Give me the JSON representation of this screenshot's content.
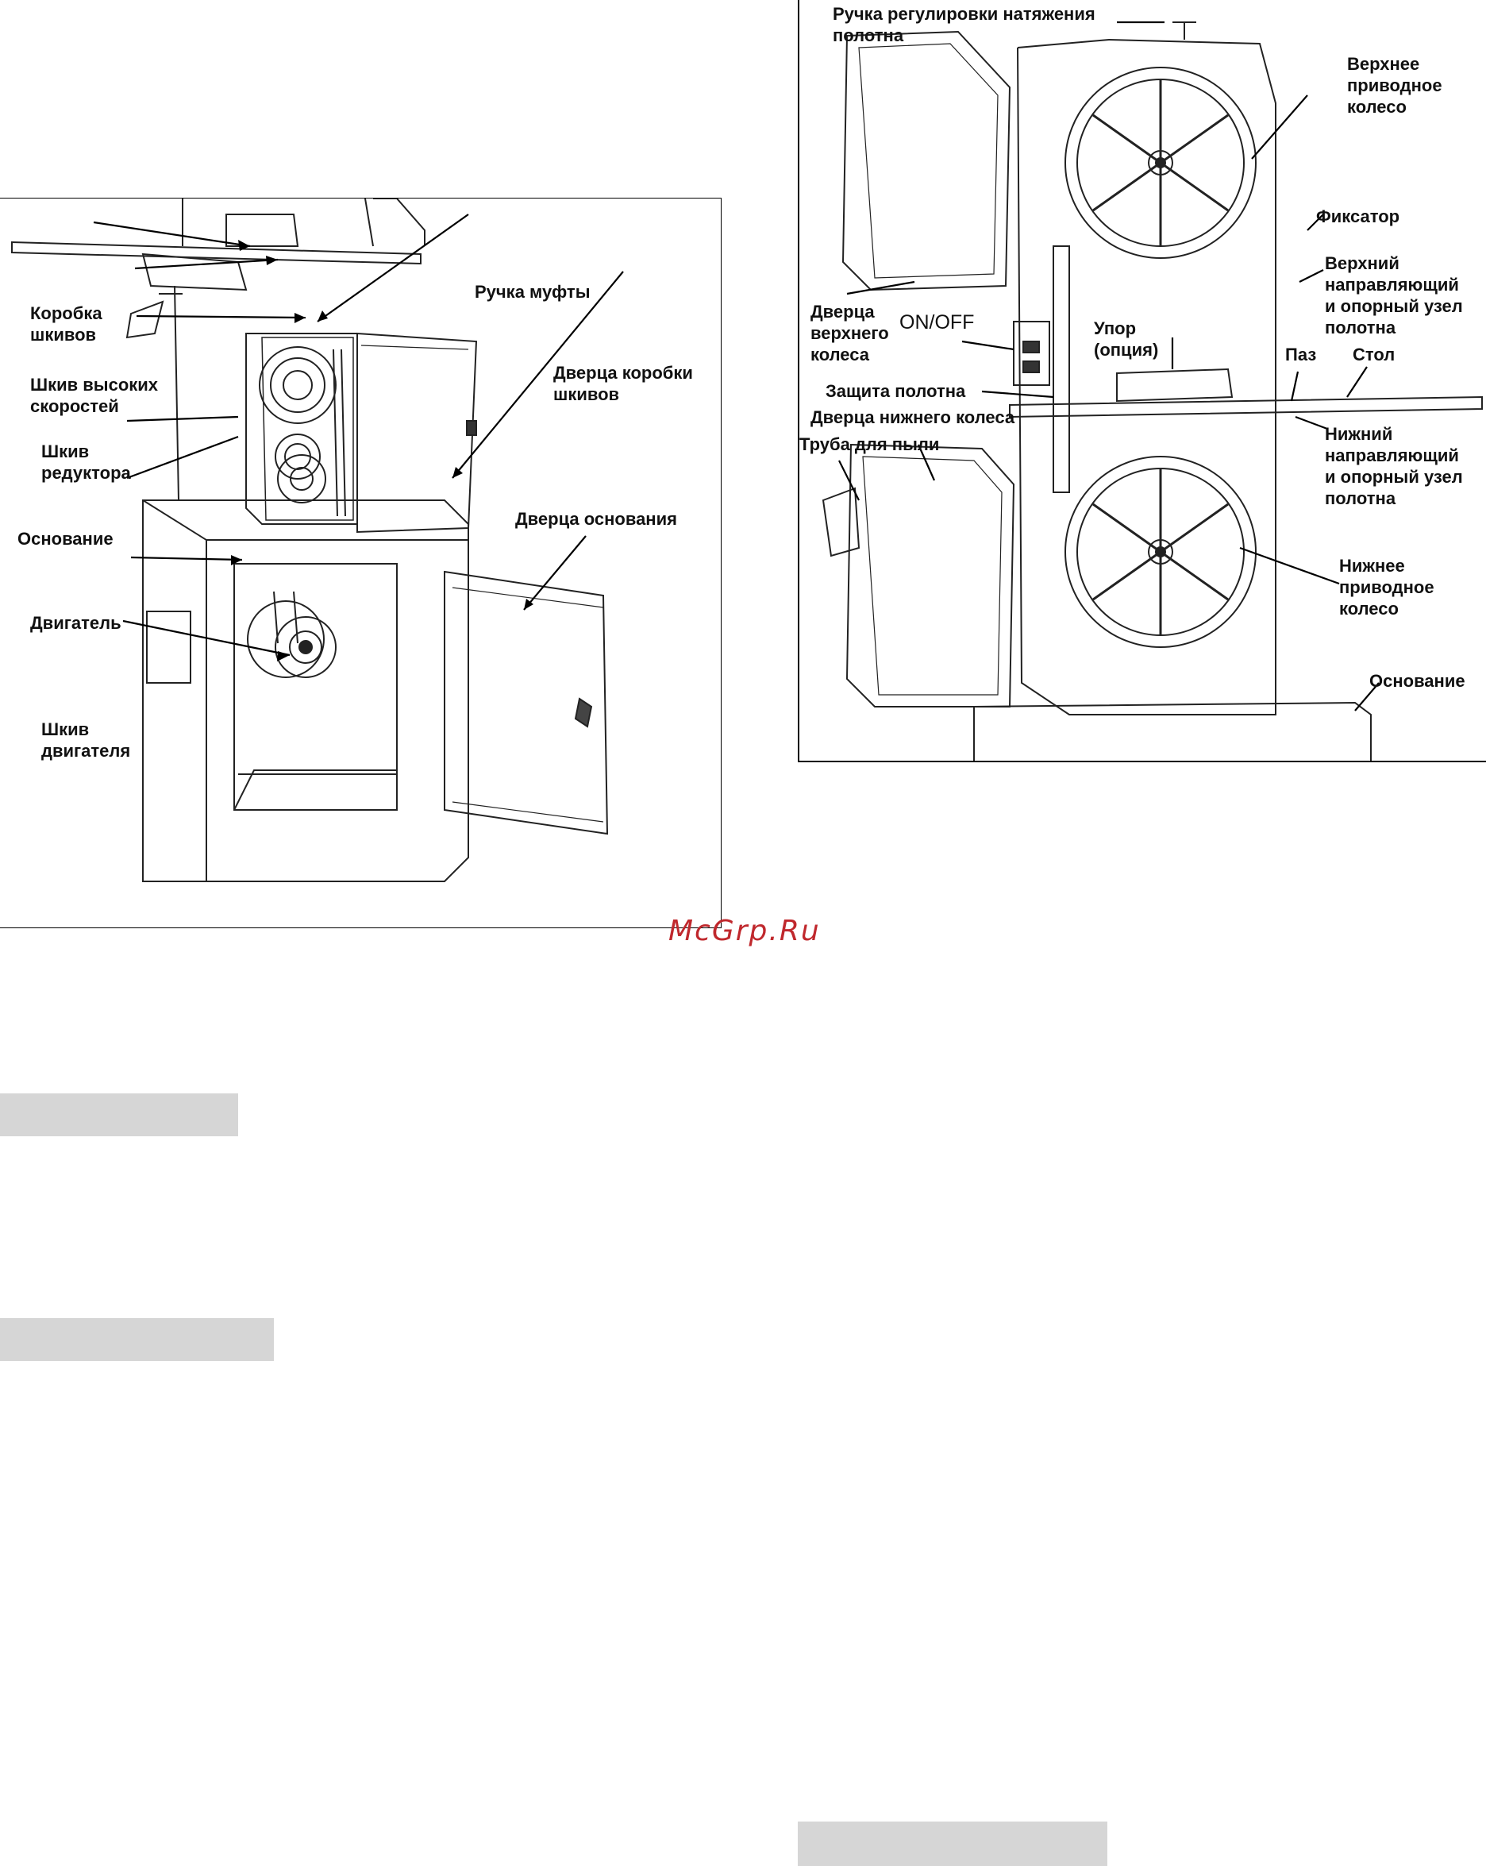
{
  "figure_left": {
    "labels": {
      "pulley_box": "Коробка\nшкивов",
      "high_speed_pulley": "Шкив высоких\nскоростей",
      "reducer_pulley": "Шкив\nредуктора",
      "base": "Основание",
      "motor": "Двигатель",
      "motor_pulley": "Шкив\nдвигателя",
      "clutch_handle": "Ручка муфты",
      "pulley_box_door": "Дверца коробки\nшкивов",
      "base_door": "Дверца основания"
    }
  },
  "figure_right": {
    "labels": {
      "tension_knob": "Ручка регулировки натяжения\nполотна",
      "upper_wheel": "Верхнее\nприводное\nколесо",
      "lock": "Фиксатор",
      "upper_guide": "Верхний\nнаправляющий\nи опорный узел\nполотна",
      "upper_door": "Дверца\nверхнего\nколеса",
      "on_off": "ON/OFF",
      "fence": "Упор\n(опция)",
      "slot": "Паз",
      "table": "Стол",
      "blade_guard": "Защита полотна",
      "lower_door": "Дверца нижнего колеса",
      "dust_pipe": "Труба для пыли",
      "lower_guide": "Нижний\nнаправляющий\nи опорный узел\nполотна",
      "lower_wheel": "Нижнее\nприводное\nколесо",
      "base": "Основание"
    }
  },
  "watermark": "McGrp.Ru",
  "colors": {
    "watermark": "#c0282d",
    "bars": "#d6d6d6"
  }
}
